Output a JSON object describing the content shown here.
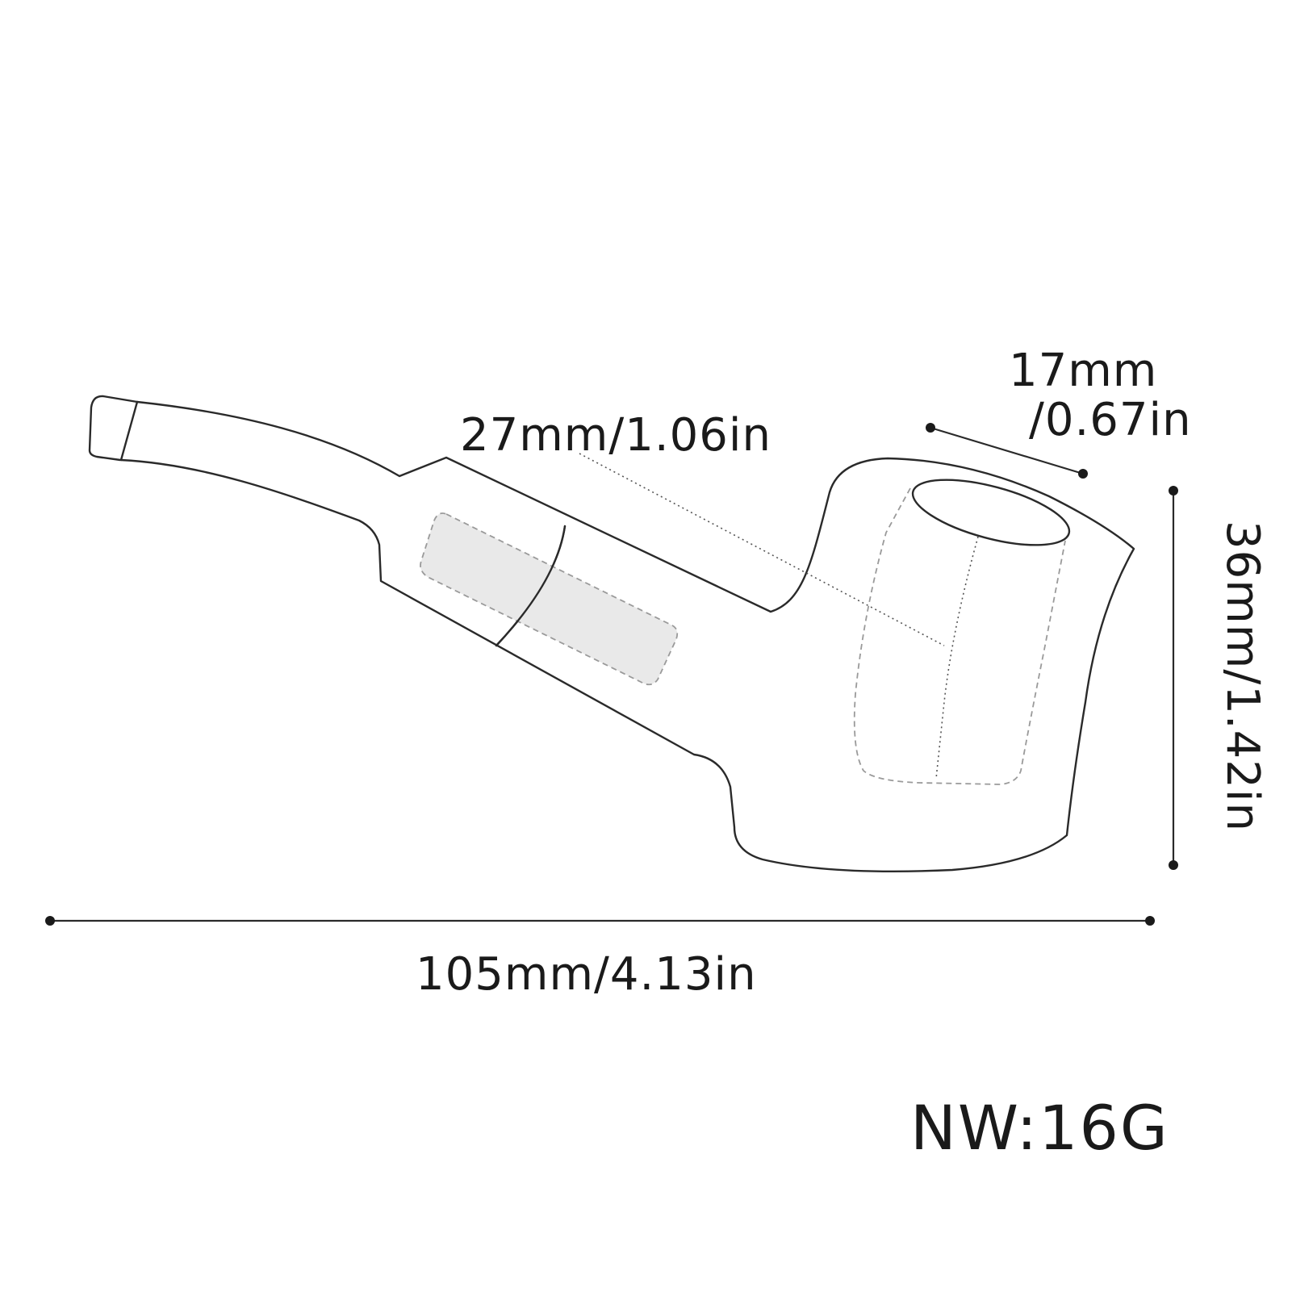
{
  "diagram": {
    "product": "tobacco-pipe",
    "dimensions": {
      "length": "105mm/4.13in",
      "bowl_depth": "27mm/1.06in",
      "bowl_diameter_line1": "17mm",
      "bowl_diameter_line2": "/0.67in",
      "height": "36mm/1.42in"
    },
    "weight": "NW:16G"
  }
}
